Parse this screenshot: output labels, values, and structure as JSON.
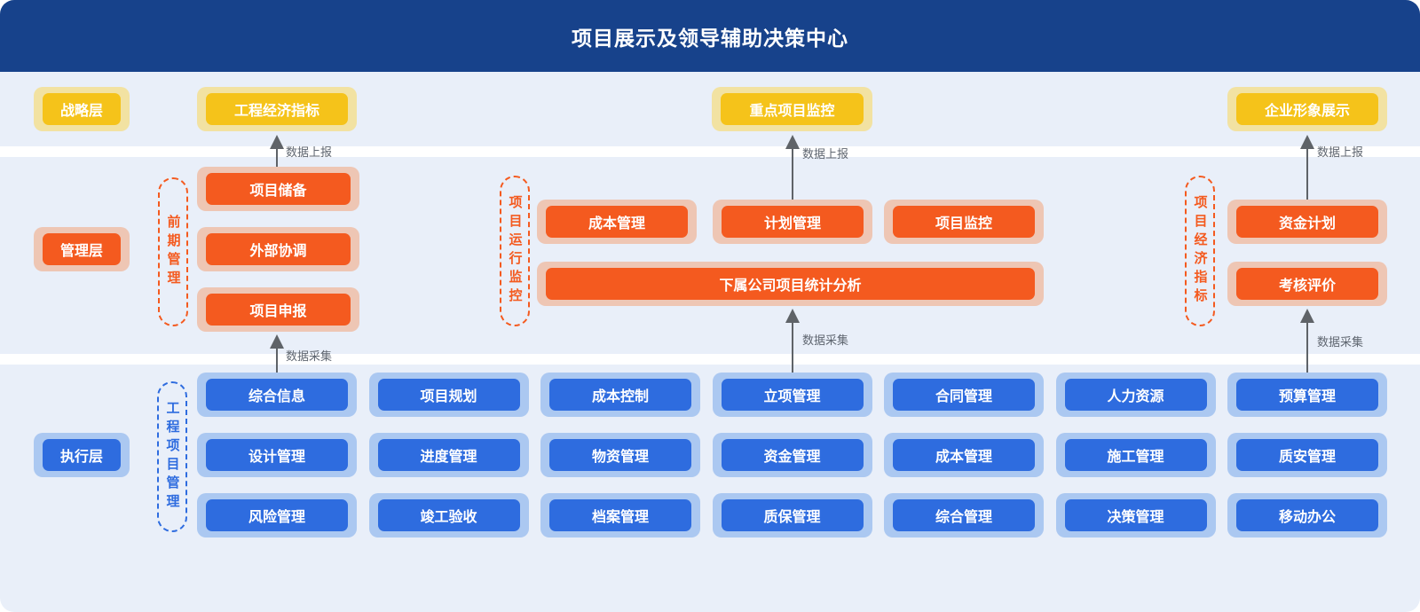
{
  "header": {
    "title": "项目展示及领导辅助决策中心"
  },
  "strategic": {
    "label": "战略层",
    "boxes": [
      {
        "label": "工程经济指标"
      },
      {
        "label": "重点项目监控"
      },
      {
        "label": "企业形象展示"
      }
    ]
  },
  "management": {
    "label": "管理层",
    "pre_group": {
      "title": "前期管理",
      "boxes": [
        {
          "label": "项目储备"
        },
        {
          "label": "外部协调"
        },
        {
          "label": "项目申报"
        }
      ]
    },
    "ops_group": {
      "title": "项目运行监控",
      "boxes": [
        {
          "label": "成本管理"
        },
        {
          "label": "计划管理"
        },
        {
          "label": "项目监控"
        }
      ],
      "wide_box": {
        "label": "下属公司项目统计分析"
      }
    },
    "econ_group": {
      "title": "项目经济指标",
      "boxes": [
        {
          "label": "资金计划"
        },
        {
          "label": "考核评价"
        }
      ]
    }
  },
  "execution": {
    "label": "执行层",
    "group_title": "工程项目管理",
    "modules": [
      "综合信息",
      "项目规划",
      "成本控制",
      "立项管理",
      "合同管理",
      "人力资源",
      "预算管理",
      "设计管理",
      "进度管理",
      "物资管理",
      "资金管理",
      "成本管理",
      "施工管理",
      "质安管理",
      "风险管理",
      "竣工验收",
      "档案管理",
      "质保管理",
      "综合管理",
      "决策管理",
      "移动办公"
    ]
  },
  "flow_labels": {
    "report_left": "数据上报",
    "report_center": "数据上报",
    "report_right": "数据上报",
    "collect_left": "数据采集",
    "collect_center": "数据采集",
    "collect_right": "数据采集"
  },
  "colors": {
    "header_bg": "#17428b",
    "band_bg": "#e9eff9",
    "yellow": "#f5c31a",
    "yellow_halo": "#f2e2a2",
    "orange": "#f45a1f",
    "orange_halo": "#eec6b4",
    "blue": "#2e6cdf",
    "blue_halo": "#abc8f1",
    "arrow": "#5f6368"
  }
}
